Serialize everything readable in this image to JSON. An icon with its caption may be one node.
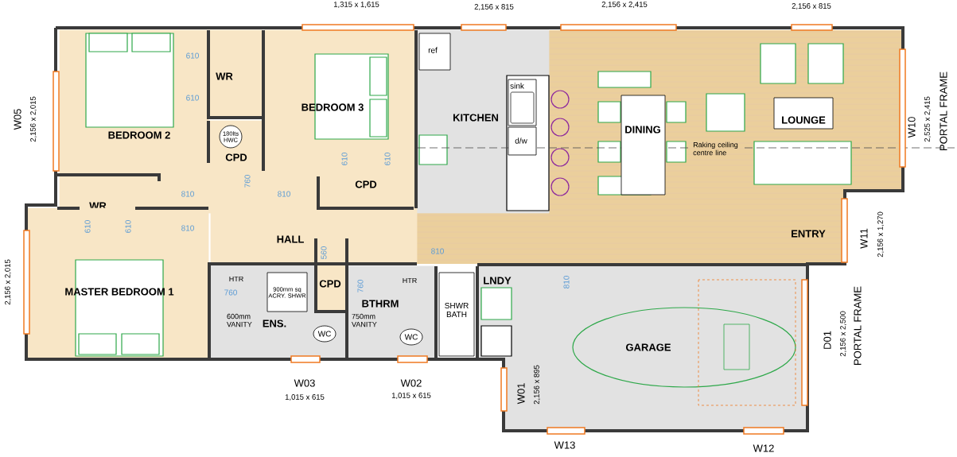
{
  "diagram": {
    "nodes": [
      {
        "text": [
          "BEDROOM 2"
        ]
      },
      {
        "text": [
          "WR"
        ]
      },
      {
        "text": [
          "CPD"
        ]
      },
      {
        "text": [
          "180lts HWC"
        ],
        "in": 2
      },
      {
        "text": [
          "BEDROOM 3"
        ]
      },
      {
        "text": [
          "CPD"
        ]
      },
      {
        "text": [
          "KITCHEN"
        ]
      },
      {
        "text": [
          "ref"
        ],
        "in": 6
      },
      {
        "text": [
          "sink"
        ],
        "in": 6
      },
      {
        "text": [
          "d/w"
        ],
        "in": 6
      },
      {
        "text": [
          "DINING"
        ]
      },
      {
        "text": [
          "LOUNGE"
        ]
      },
      {
        "text": [
          "WR"
        ]
      },
      {
        "text": [
          "HALL"
        ]
      },
      {
        "text": [
          "MASTER BEDROOM 1"
        ]
      },
      {
        "text": [
          "ENS."
        ]
      },
      {
        "text": [
          "900mm sq ACRY. SHWR"
        ],
        "in": 15
      },
      {
        "text": [
          "CPD"
        ]
      },
      {
        "text": [
          "WC"
        ],
        "in": 15
      },
      {
        "text": [
          "BTHRM"
        ]
      },
      {
        "text": [
          "WC"
        ],
        "in": 19
      },
      {
        "text": [
          "SHWR BATH"
        ]
      },
      {
        "text": [
          "GARAGE"
        ]
      }
    ],
    "labels": [
      "1,315 x 1,615",
      "2,156 x 815",
      "2,156 x 2,415",
      "2,156 x 815",
      "W05",
      "2,156 x 2,015",
      "610",
      "610",
      "760",
      "810",
      "810",
      "610",
      "610",
      "W10",
      "2,525 x 2,415",
      "PORTAL FRAME",
      "Raking ceiling centre line",
      "610",
      "610",
      "810",
      "810",
      "W11",
      "2,156 x 1,270",
      "ENTRY",
      "560",
      "2,156 x 2,015",
      "HTR",
      "760",
      "760",
      "HTR",
      "LNDY",
      "810",
      "600mm VANITY",
      "750mm VANITY",
      "D01",
      "2,156 x 2,500",
      "PORTAL FRAME",
      "W03",
      "1,015 x 615",
      "W02",
      "1,015 x 615",
      "W01",
      "2,156 x 895",
      "W13",
      "W12"
    ]
  }
}
